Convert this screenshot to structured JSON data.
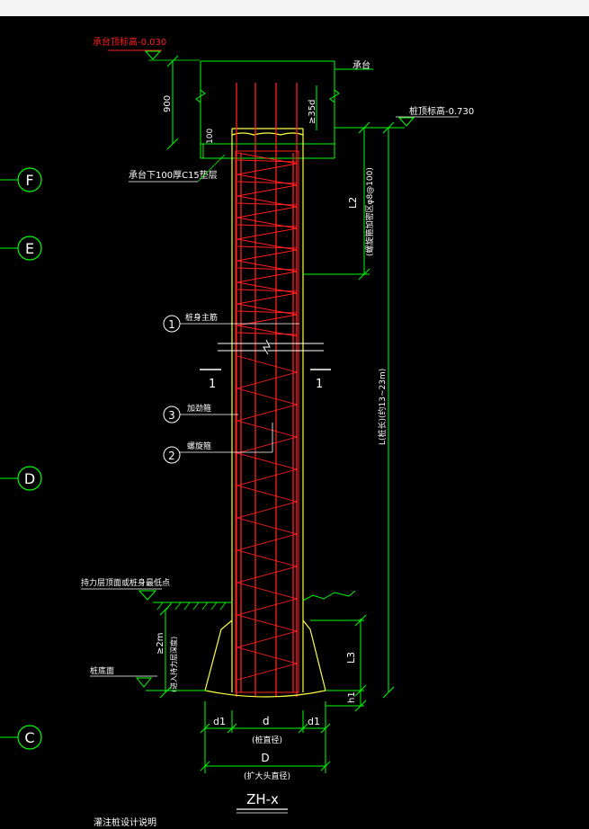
{
  "grid_axes": [
    "F",
    "E",
    "D",
    "C"
  ],
  "labels": {
    "cap_top_elev": "承台顶标高-0.030",
    "cap": "承台",
    "pile_top_elev": "桩顶标高-0.730",
    "dim_900": "900",
    "dim_100": "100",
    "anchor": "≥35d",
    "cap_bedding": "承台下100厚C15垫层",
    "l2": "L2",
    "l2_note": "(螺旋箍加密区φ8@100)",
    "main_bar": "桩身主筋",
    "section_mark": "1",
    "stiffener": "加劲箍",
    "spiral": "螺旋箍",
    "length_note": "L(桩长)(约13~23m)",
    "bearing_layer": "持力层顶面或桩身最低点",
    "embed": "≥2m",
    "embed_note": "(进入持力层深度)",
    "pile_bottom": "桩底面",
    "l3": "L3",
    "h1": "h1",
    "d1": "d1",
    "d": "d",
    "pile_dia": "(桩直径)",
    "D": "D",
    "bell_dia": "(扩大头直径)",
    "title": "ZH-x",
    "footer": "灌注桩设计说明"
  },
  "callouts": [
    "1",
    "3",
    "2"
  ],
  "colors": {
    "bg": "#000000",
    "dim": "#00ff00",
    "rebar": "#ff0000",
    "pile": "#ffff00",
    "text": "#ffffff"
  }
}
